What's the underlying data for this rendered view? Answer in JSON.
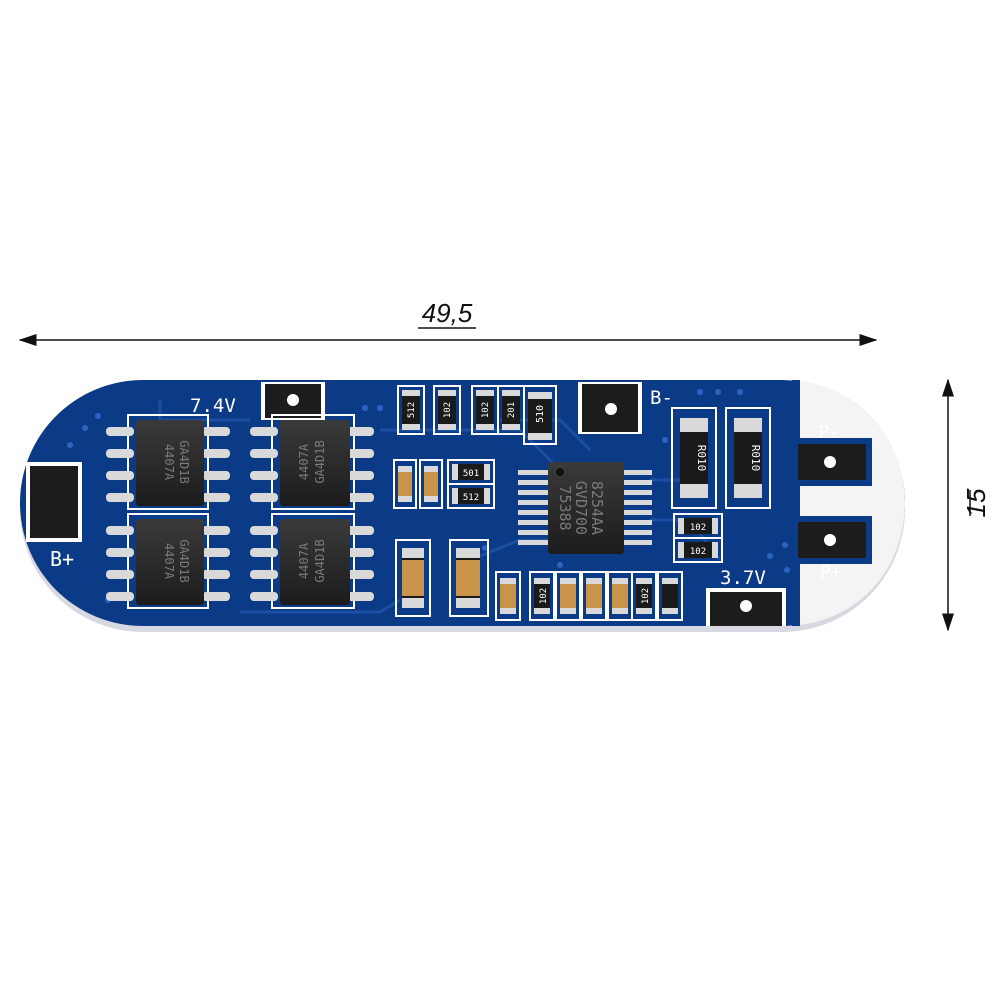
{
  "dimensions": {
    "length": "49,5",
    "height": "15"
  },
  "board": {
    "colors": {
      "pcb": "#0b3b86",
      "pcb_dark": "#072a63",
      "silkscreen": "#ffffff",
      "pad": "#1c1c1c",
      "chip": "#2a2a2a",
      "solder": "#d9d9d9",
      "capacitor": "#c9934a"
    },
    "labels": {
      "v74": "7.4V",
      "v37": "3.7V",
      "b_plus": "B+",
      "b_minus": "B-",
      "p_minus": "P-",
      "p_plus": "P+"
    },
    "mosfets": [
      {
        "line1": "4407A",
        "line2": "GA4D1B"
      },
      {
        "line1": "4407A",
        "line2": "GA4D1B"
      },
      {
        "line1": "4407A",
        "line2": "GA4D1B"
      },
      {
        "line1": "4407A",
        "line2": "GA4D1B"
      }
    ],
    "controller": {
      "line1": "8254AA",
      "line2": "GVD700",
      "line3": "75388"
    },
    "resistors": {
      "r512_a": "512",
      "r102_a": "102",
      "r102_b": "102",
      "r201": "201",
      "r510": "510",
      "r501": "501",
      "r512_b": "512",
      "r010_a": "R010",
      "r010_b": "R010",
      "r102_c": "102",
      "r102_d": "102",
      "r102_e": "102",
      "r102_f": "102"
    }
  }
}
